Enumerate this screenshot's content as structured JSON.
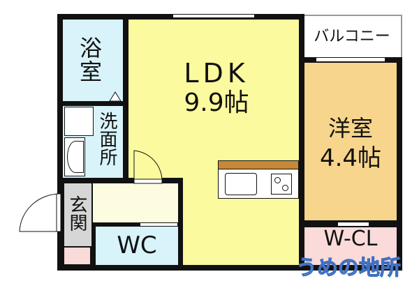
{
  "rooms": {
    "bath": {
      "label": "浴室"
    },
    "ldk": {
      "label": "LDK",
      "size": "9.9帖"
    },
    "balcony": {
      "label": "バルコニー"
    },
    "western": {
      "label": "洋室",
      "size": "4.4帖"
    },
    "washroom": {
      "label": "洗面所"
    },
    "entrance": {
      "label": "玄関"
    },
    "wc": {
      "label": "WC"
    },
    "wcl": {
      "label": "W-CL"
    }
  },
  "watermark": "うめの地所",
  "colors": {
    "wall": "#111111",
    "ldk": "#fcfa9e",
    "western": "#f8d58c",
    "bath": "#d8f3fa",
    "wcl": "#fbdada",
    "entrance": "#d6d6d6",
    "hall": "#fdfce0",
    "counter": "#c8883a",
    "watermark": "#6f9fe0"
  }
}
